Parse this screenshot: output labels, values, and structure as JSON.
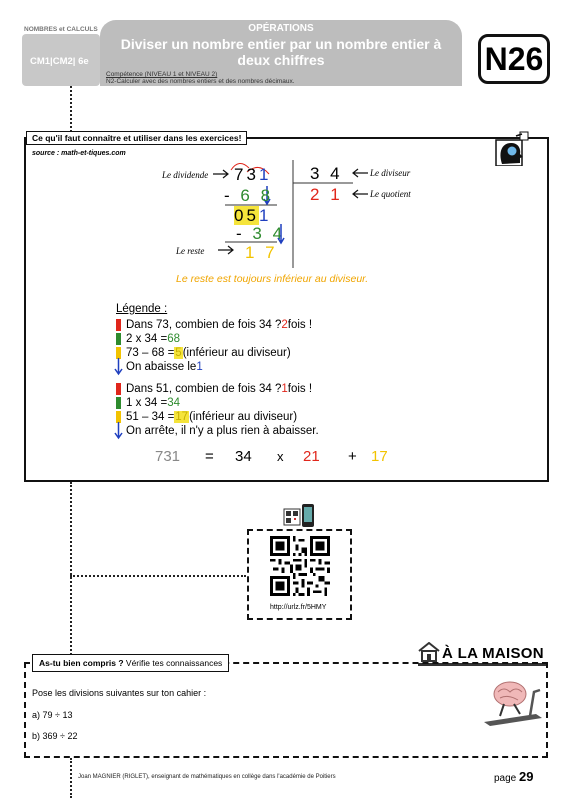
{
  "header": {
    "category": "NOMBRES et CALCULS",
    "levels": "CM1|CM2| 6e",
    "section": "OPÉRATIONS",
    "title_line1": "Diviser un nombre entier par un nombre entier à",
    "title_line2": "deux chiffres",
    "competence_label": "Compétence (NIVEAU 1 et NIVEAU 2)",
    "competence_text": "N2-Calculer avec des nombres entiers et des nombres décimaux.",
    "code": "N26"
  },
  "lesson": {
    "heading": "Ce qu'il faut connaître et utiliser dans les exercices!",
    "source": "source : math-et-tiques.com",
    "division": {
      "dividend_label": "Le dividende",
      "divisor_label": "Le diviseur",
      "quotient_label": "Le quotient",
      "remainder_label": "Le reste",
      "dividend": [
        "7",
        "3",
        "1"
      ],
      "divisor": "3 4",
      "quotient_digits": [
        "2",
        "1"
      ],
      "step1_minus": "- ",
      "step1_sub": "6 8",
      "step2": [
        "0",
        "5",
        "1"
      ],
      "step3_minus": "- ",
      "step3_sub": "3 4",
      "remainder": "1 7"
    },
    "rule": "Le reste est toujours inférieur au diviseur.",
    "legend_title": "Légende :",
    "legend_block1": {
      "l1_pre": "Dans 73, combien de fois 34 ?  ",
      "l1_val": "2",
      "l1_post": " fois !",
      "l2_pre": "2 x 34 = ",
      "l2_val": "68",
      "l3_pre": "73 – 68 = ",
      "l3_val": "5",
      "l3_post": "  (inférieur au diviseur)",
      "l4_pre": "On abaisse le ",
      "l4_val": "1"
    },
    "legend_block2": {
      "l1_pre": "Dans 51, combien de fois 34 ?  ",
      "l1_val": "1",
      "l1_post": " fois !",
      "l2_pre": "1 x 34 = ",
      "l2_val": "34",
      "l3_pre": "51 – 34 = ",
      "l3_val": "17",
      "l3_post": "  (inférieur au diviseur)",
      "l4": "On arrête, il n'y a plus rien à abaisser."
    },
    "equation": {
      "a": "731",
      "eq": "=",
      "b": "34",
      "times": "x",
      "c": "21",
      "plus": "+",
      "d": "17"
    }
  },
  "qr": {
    "url": "http://urlz.fr/5HMY"
  },
  "home": {
    "title": "À LA MAISON",
    "check_bold": "As-tu bien compris ?",
    "check_rest": " Vérifie tes connaissances",
    "instruction": "Pose les divisions suivantes sur ton cahier  :",
    "items": [
      "a)  79 ÷ 13",
      "b) 369 ÷ 22"
    ]
  },
  "footer": {
    "author": "Joan MAGNIER (RIGLET), enseignant de mathématiques en collège dans l'académie de Poitiers",
    "page_label": "page ",
    "page_number": "29"
  },
  "colors": {
    "red": "#e0261b",
    "green": "#2e8b2e",
    "yellow": "#f2c300",
    "blue": "#1f3fbf",
    "orange_text": "#f0a500"
  }
}
